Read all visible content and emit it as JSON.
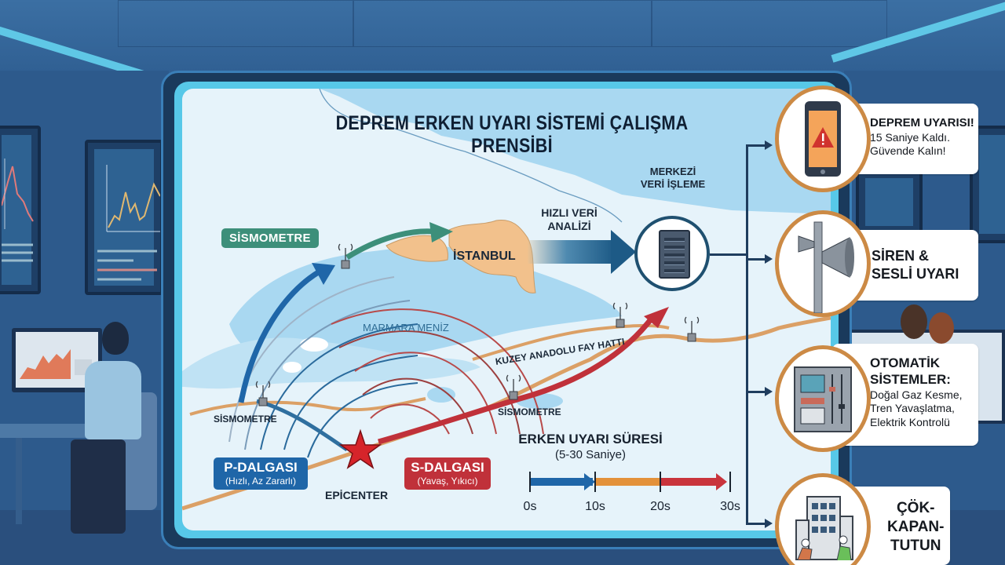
{
  "diagram": {
    "title": "DEPREM ERKEN UYARI SİSTEMİ ÇALIŞMA PRENSİBİ",
    "map": {
      "sea_label": "MARMARA MENİZ",
      "city_label": "İSTANBUL",
      "fault_label": "KUZEY ANADOLU FAY HATTI",
      "seismometer_tag": "SİSMOMETRE",
      "seismometer_labels": [
        "SİSMOMETRE",
        "SİSMOMETRE"
      ],
      "epicenter_label": "EPİCENTER",
      "p_wave": {
        "title": "P-DALGASI",
        "subtitle": "(Hızlı, Az Zararlı)",
        "color": "#1f66a8"
      },
      "s_wave": {
        "title": "S-DALGASI",
        "subtitle": "(Yavaş, Yıkıcı)",
        "color": "#c0313a"
      },
      "fast_analysis_label": "HIZLI VERİ ANALİZİ",
      "central_processing_label_line1": "MERKEZİ",
      "central_processing_label_line2": "VERİ İŞLEME"
    },
    "timeline": {
      "title": "ERKEN UYARI SÜRESİ",
      "subtitle": "(5-30 Saniye)",
      "ticks": [
        "0s",
        "10s",
        "20s",
        "30s"
      ],
      "segments": [
        {
          "from": "0s",
          "to": "10s",
          "color": "#1f66a8"
        },
        {
          "from": "10s",
          "to": "20s",
          "color": "#e3913a"
        },
        {
          "from": "20s",
          "to": "30s",
          "color": "#c9343c"
        }
      ]
    },
    "outputs": [
      {
        "icon": "phone-alert-icon",
        "title": "DEPREM UYARISI!",
        "lines": [
          "15 Saniye Kaldı.",
          "Güvende Kalın!"
        ]
      },
      {
        "icon": "siren-megaphone-icon",
        "title": "SİREN &",
        "lines": [
          "SESLİ UYARI"
        ]
      },
      {
        "icon": "control-panel-icon",
        "title": "OTOMATİK",
        "title2": "SİSTEMLER:",
        "lines": [
          "Doğal Gaz Kesme,",
          "Tren Yavaşlatma,",
          "Elektrik Kontrolü"
        ]
      },
      {
        "icon": "building-people-icon",
        "title": "ÇÖK-",
        "title2": "KAPAN-",
        "title3": "TUTUN",
        "lines": []
      }
    ]
  },
  "colors": {
    "accent_orange_ring": "#cc8a45",
    "seismometer_tag_green": "#3d8f7a",
    "land_highlight": "#f2c18c",
    "sea": "#a9d8f1",
    "bus_line": "#1f3d5e"
  }
}
